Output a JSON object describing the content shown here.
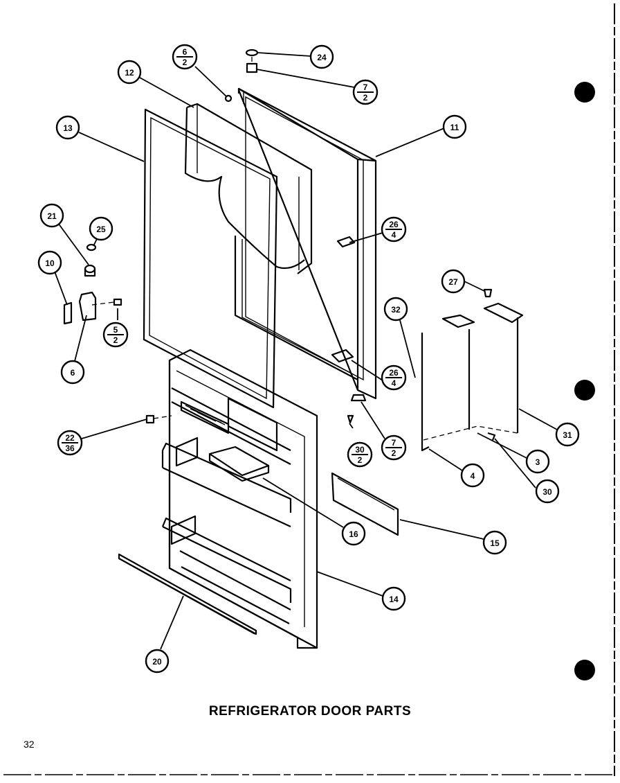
{
  "title": "REFRIGERATOR DOOR PARTS",
  "page_number": "32",
  "callouts": [
    {
      "id": "c24",
      "label": "24"
    },
    {
      "id": "c6_2",
      "top": "6",
      "bottom": "2"
    },
    {
      "id": "c7_2a",
      "top": "7",
      "bottom": "2"
    },
    {
      "id": "c12",
      "label": "12"
    },
    {
      "id": "c11",
      "label": "11"
    },
    {
      "id": "c13",
      "label": "13"
    },
    {
      "id": "c21",
      "label": "21"
    },
    {
      "id": "c25",
      "label": "25"
    },
    {
      "id": "c10",
      "label": "10"
    },
    {
      "id": "c26_4a",
      "top": "26",
      "bottom": "4"
    },
    {
      "id": "c27",
      "label": "27"
    },
    {
      "id": "c32",
      "label": "32"
    },
    {
      "id": "c5_2",
      "top": "5",
      "bottom": "2"
    },
    {
      "id": "c6",
      "label": "6"
    },
    {
      "id": "c26_4b",
      "top": "26",
      "bottom": "4"
    },
    {
      "id": "c22_36",
      "top": "22",
      "bottom": "36"
    },
    {
      "id": "c30_2",
      "top": "30",
      "bottom": "2"
    },
    {
      "id": "c7_2b",
      "top": "7",
      "bottom": "2"
    },
    {
      "id": "c31",
      "label": "31"
    },
    {
      "id": "c3",
      "label": "3"
    },
    {
      "id": "c4",
      "label": "4"
    },
    {
      "id": "c30",
      "label": "30"
    },
    {
      "id": "c16",
      "label": "16"
    },
    {
      "id": "c15",
      "label": "15"
    },
    {
      "id": "c14",
      "label": "14"
    },
    {
      "id": "c20",
      "label": "20"
    }
  ]
}
